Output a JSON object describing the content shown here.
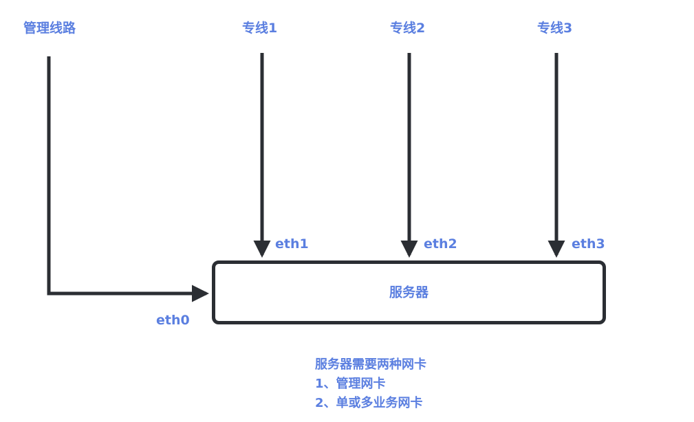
{
  "sources": {
    "management": "管理线路",
    "line1": "专线1",
    "line2": "专线2",
    "line3": "专线3"
  },
  "interfaces": {
    "eth0": "eth0",
    "eth1": "eth1",
    "eth2": "eth2",
    "eth3": "eth3"
  },
  "server": {
    "label": "服务器"
  },
  "note": {
    "title": "服务器需要两种网卡",
    "items": [
      "1、管理网卡",
      "2、单或多业务网卡"
    ]
  },
  "colors": {
    "text": "#5b7fe0",
    "line": "#2b2e33"
  }
}
